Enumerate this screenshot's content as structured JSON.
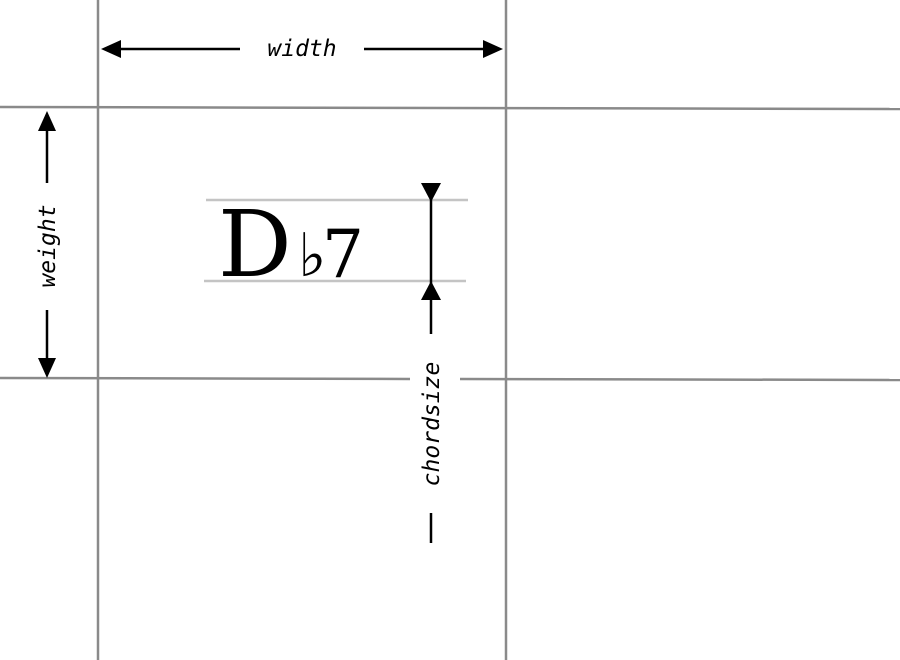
{
  "labels": {
    "width": "width",
    "weight": "weight",
    "chordsize": "chordsize"
  },
  "chord": {
    "root": "D",
    "accidental": "♭",
    "extension": "7"
  }
}
